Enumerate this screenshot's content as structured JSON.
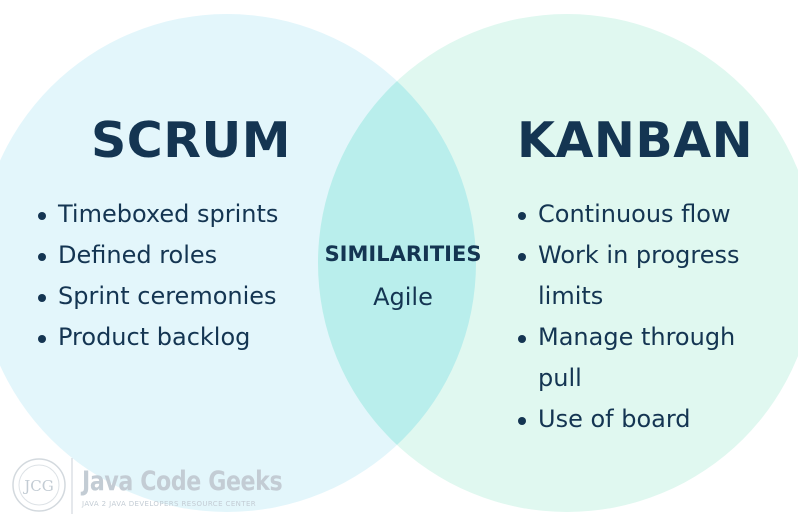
{
  "diagram": {
    "left_set": {
      "title": "SCRUM",
      "items": [
        "Timeboxed sprints",
        "Defined roles",
        "Sprint ceremonies",
        "Product backlog"
      ],
      "color": "#e3f6fb"
    },
    "right_set": {
      "title": "KANBAN",
      "items": [
        "Continuous flow",
        "Work in progress limits",
        "Manage through pull",
        "Use of board"
      ],
      "color": "#e0f8f0"
    },
    "intersection": {
      "title": "SIMILARITIES",
      "items": [
        "Agile"
      ],
      "color": "#b9eeec"
    },
    "text_color": "#143552"
  },
  "watermark": {
    "brand": "Java Code Geeks",
    "monogram": "JCG",
    "tagline": "JAVA 2 JAVA DEVELOPERS RESOURCE CENTER"
  }
}
